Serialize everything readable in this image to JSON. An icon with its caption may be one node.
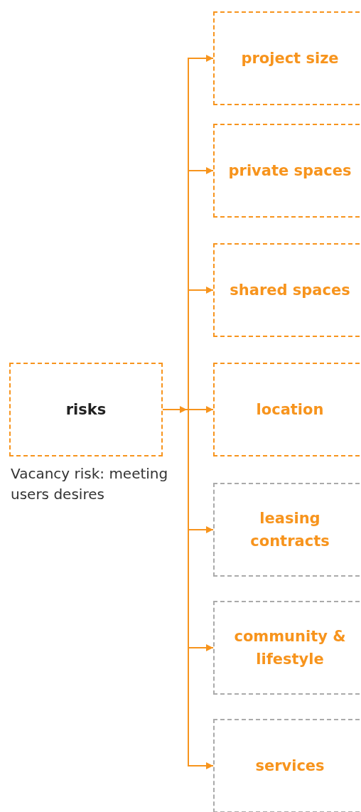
{
  "diagram": {
    "nodes": [
      {
        "text": [
          "risks"
        ],
        "beside": [
          "Vacancy risk: meeting users desires"
        ]
      },
      {
        "text": [
          "project size"
        ]
      },
      {
        "text": [
          "private spaces"
        ]
      },
      {
        "text": [
          "shared spaces"
        ]
      },
      {
        "text": [
          "location"
        ]
      },
      {
        "text": [
          "leasing contracts"
        ]
      },
      {
        "text": [
          "community & lifestyle"
        ]
      },
      {
        "text": [
          "services"
        ]
      }
    ],
    "edges": [
      {
        "from": 0,
        "to": 1,
        "arrow": "to"
      },
      {
        "from": 0,
        "to": 2,
        "arrow": "to"
      },
      {
        "from": 0,
        "to": 3,
        "arrow": "to"
      },
      {
        "from": 0,
        "to": 4,
        "arrow": "to"
      },
      {
        "from": 0,
        "to": 5,
        "arrow": "to"
      },
      {
        "from": 0,
        "to": 6,
        "arrow": "to"
      },
      {
        "from": 0,
        "to": 7,
        "arrow": "to"
      }
    ]
  }
}
